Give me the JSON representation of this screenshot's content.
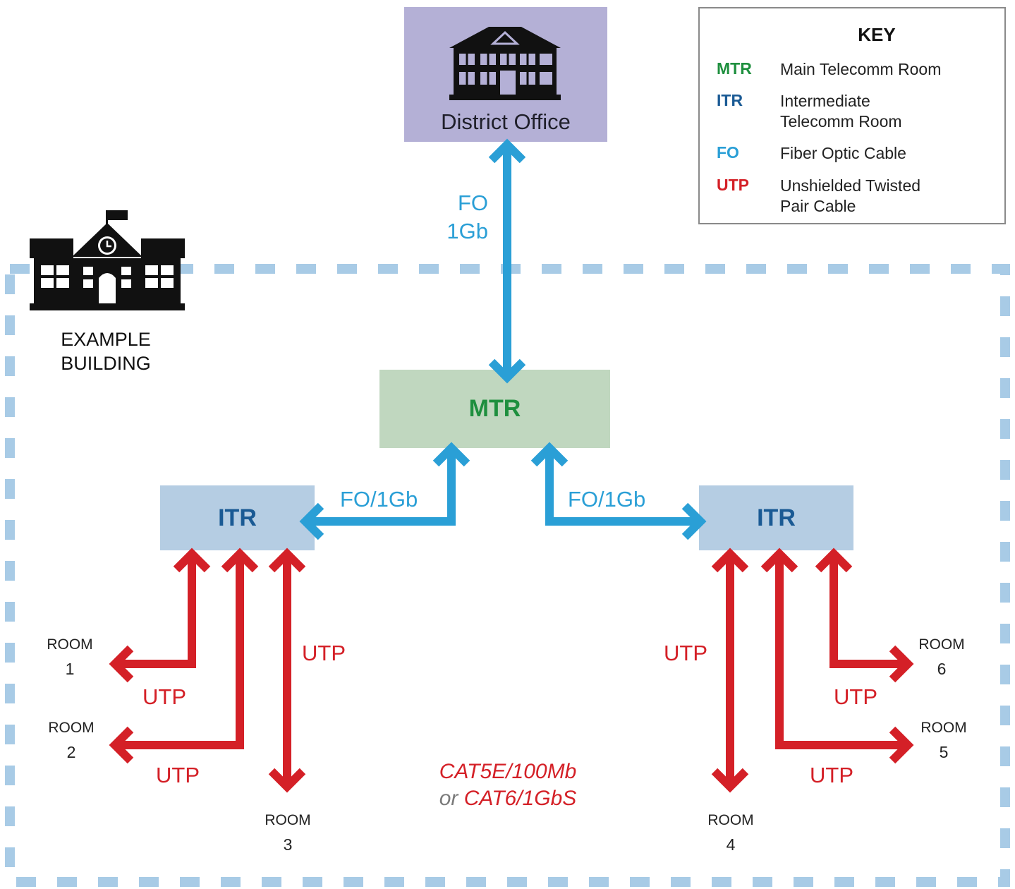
{
  "district_office": {
    "label": "District Office"
  },
  "mtr": {
    "label": "MTR"
  },
  "itr_left": {
    "label": "ITR"
  },
  "itr_right": {
    "label": "ITR"
  },
  "building": {
    "line1": "EXAMPLE",
    "line2": "BUILDING"
  },
  "links": {
    "fo_top_1": "FO",
    "fo_top_2": "1Gb",
    "fo_left": "FO/1Gb",
    "fo_right": "FO/1Gb",
    "utp_room1": "UTP",
    "utp_room2": "UTP",
    "utp_room3": "UTP",
    "utp_room4": "UTP",
    "utp_room5": "UTP",
    "utp_room6": "UTP"
  },
  "rooms": [
    {
      "word": "ROOM",
      "num": "1"
    },
    {
      "word": "ROOM",
      "num": "2"
    },
    {
      "word": "ROOM",
      "num": "3"
    },
    {
      "word": "ROOM",
      "num": "4"
    },
    {
      "word": "ROOM",
      "num": "5"
    },
    {
      "word": "ROOM",
      "num": "6"
    }
  ],
  "cable_note": {
    "line1": "CAT5E/100Mb",
    "or": "or",
    "line2": "CAT6/1GbS"
  },
  "key": {
    "title": "KEY",
    "items": [
      {
        "abbr": "MTR",
        "desc": "Main Telecomm Room",
        "color": "#1e8f3e"
      },
      {
        "abbr": "ITR",
        "desc": "Intermediate Telecomm Room",
        "color": "#1a5a94"
      },
      {
        "abbr": "FO",
        "desc": "Fiber Optic Cable",
        "color": "#2a9fd6"
      },
      {
        "abbr": "UTP",
        "desc": "Unshielded Twisted Pair Cable",
        "color": "#d42027"
      }
    ]
  },
  "colors": {
    "fiber": "#2a9fd6",
    "utp": "#d42027",
    "boundary": "#a8cbe6"
  }
}
